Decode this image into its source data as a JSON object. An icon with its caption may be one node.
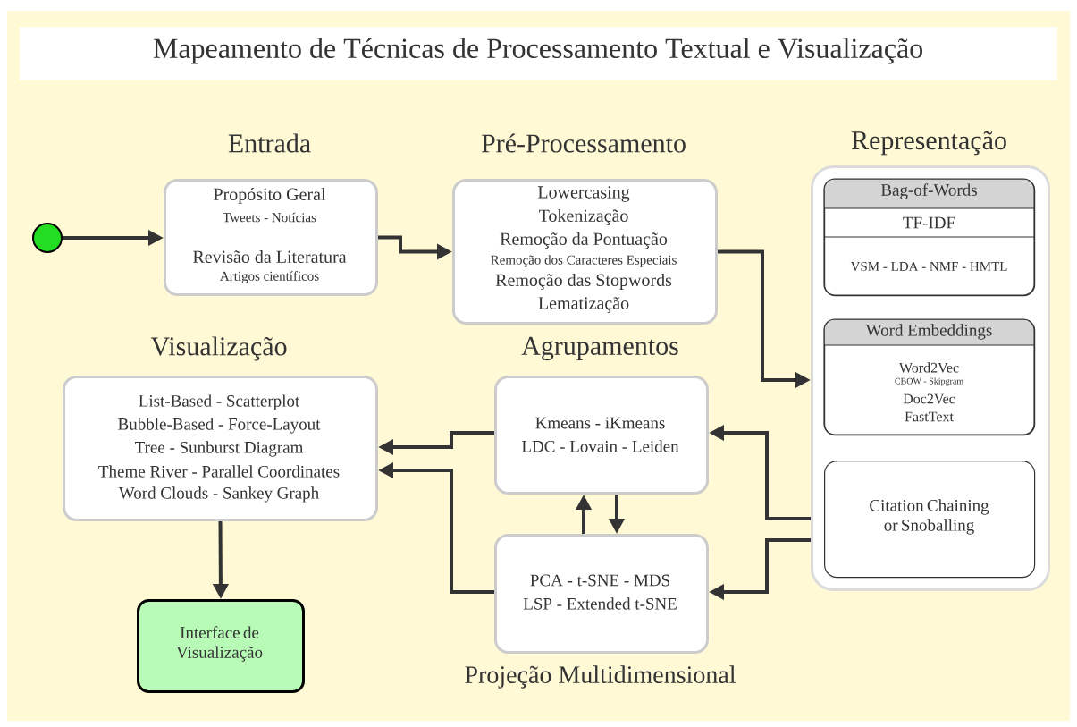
{
  "diagram": {
    "title": "Mapeamento de Técnicas de Processamento Textual e Visualização",
    "nodes": [
      {
        "text": [],
        "shape": "circle"
      },
      {
        "text": [
          "Entrada",
          "Propósito Geral",
          "Tweets - Notícias",
          "Revisão da Literatura",
          "Artigos científicos"
        ]
      },
      {
        "text": [
          "Pré-Processamento",
          "Lowercasing",
          "Tokenização",
          "Remoção da Pontuação",
          "Remoção dos Caracteres Especiais",
          "Remoção das Stopwords",
          "Lematização"
        ]
      },
      {
        "text": [
          "Representação"
        ]
      },
      {
        "text": [
          "Bag-of-Words",
          "TF-IDF",
          "VSM - LDA - NMF - HMTL"
        ],
        "in": 3
      },
      {
        "text": [
          "Word Embeddings",
          "Word2Vec",
          "CBOW - Skipgram",
          "Doc2Vec",
          "FastText"
        ],
        "in": 3
      },
      {
        "text": [
          "Citation Chaining or Snoballing"
        ],
        "in": 3
      },
      {
        "text": [
          "Visualização",
          "List-Based - Scatterplot",
          "Bubble-Based - Force-Layout",
          "Tree - Sunburst Diagram",
          "Theme River - Parallel Coordinates",
          "Word Clouds - Sankey Graph"
        ]
      },
      {
        "text": [
          "Agrupamentos",
          "Kmeans - iKmeans",
          "LDC - Lovain - Leiden"
        ]
      },
      {
        "text": [
          "PCA - t-SNE - MDS",
          "LSP - Extended t-SNE",
          "Projeção Multidimensional"
        ]
      },
      {
        "text": [
          "Interface de Visualização"
        ]
      }
    ],
    "edges": [
      {
        "from": 0,
        "to": 1,
        "arrow": "to"
      },
      {
        "from": 1,
        "to": 2,
        "arrow": "to"
      },
      {
        "from": 2,
        "to": 3,
        "arrow": "to"
      },
      {
        "from": 3,
        "to": 8,
        "arrow": "to"
      },
      {
        "from": 3,
        "to": 9,
        "arrow": "to"
      },
      {
        "from": 8,
        "to": 7,
        "arrow": "to"
      },
      {
        "from": 9,
        "to": 7,
        "arrow": "to"
      },
      {
        "from": 9,
        "to": 8,
        "arrow": "to"
      },
      {
        "from": 8,
        "to": 9,
        "arrow": "to"
      },
      {
        "from": 7,
        "to": 10,
        "arrow": "to"
      }
    ]
  }
}
